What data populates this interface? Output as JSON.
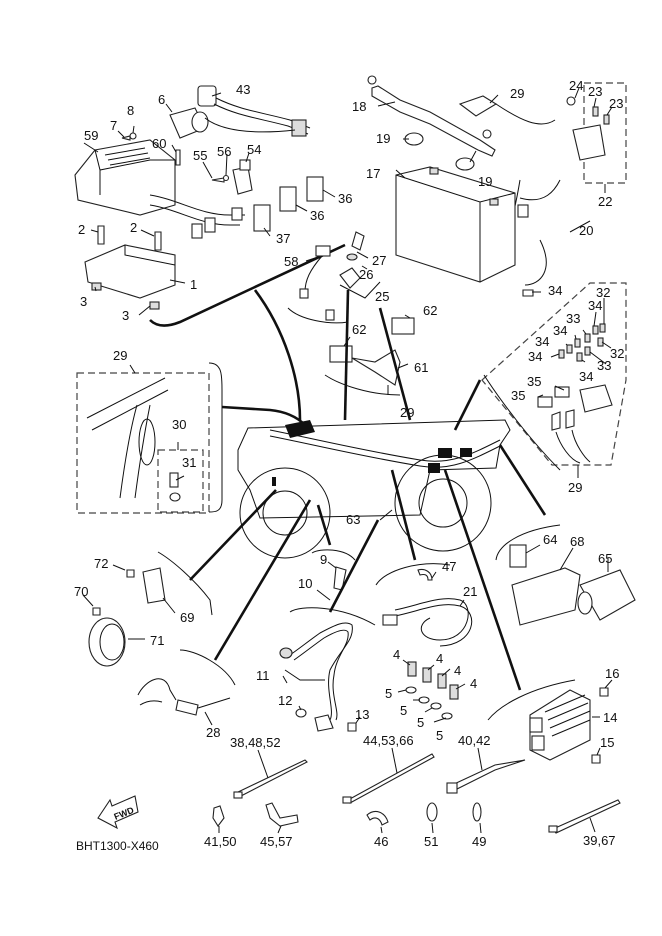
{
  "diagram": {
    "title_code": "BHT1300-X460",
    "fwd_label": "FWD",
    "callouts": [
      {
        "id": "c43",
        "text": "43"
      },
      {
        "id": "c6",
        "text": "6"
      },
      {
        "id": "c8",
        "text": "8"
      },
      {
        "id": "c7",
        "text": "7"
      },
      {
        "id": "c59",
        "text": "59"
      },
      {
        "id": "c60",
        "text": "60"
      },
      {
        "id": "c55",
        "text": "55"
      },
      {
        "id": "c56",
        "text": "56"
      },
      {
        "id": "c54",
        "text": "54"
      },
      {
        "id": "c36a",
        "text": "36"
      },
      {
        "id": "c36b",
        "text": "36"
      },
      {
        "id": "c37",
        "text": "37"
      },
      {
        "id": "c2a",
        "text": "2"
      },
      {
        "id": "c2b",
        "text": "2"
      },
      {
        "id": "c1",
        "text": "1"
      },
      {
        "id": "c3a",
        "text": "3"
      },
      {
        "id": "c3b",
        "text": "3"
      },
      {
        "id": "c18",
        "text": "18"
      },
      {
        "id": "c29a",
        "text": "29"
      },
      {
        "id": "c24",
        "text": "24"
      },
      {
        "id": "c23a",
        "text": "23"
      },
      {
        "id": "c23b",
        "text": "23"
      },
      {
        "id": "c19a",
        "text": "19"
      },
      {
        "id": "c19b",
        "text": "19"
      },
      {
        "id": "c17",
        "text": "17"
      },
      {
        "id": "c22",
        "text": "22"
      },
      {
        "id": "c20",
        "text": "20"
      },
      {
        "id": "c34a",
        "text": "34"
      },
      {
        "id": "c58",
        "text": "58"
      },
      {
        "id": "c27",
        "text": "27"
      },
      {
        "id": "c26",
        "text": "26"
      },
      {
        "id": "c25",
        "text": "25"
      },
      {
        "id": "c62a",
        "text": "62"
      },
      {
        "id": "c62b",
        "text": "62"
      },
      {
        "id": "c61",
        "text": "61"
      },
      {
        "id": "c32a",
        "text": "32"
      },
      {
        "id": "c34b",
        "text": "34"
      },
      {
        "id": "c33a",
        "text": "33"
      },
      {
        "id": "c34c",
        "text": "34"
      },
      {
        "id": "c34d",
        "text": "34"
      },
      {
        "id": "c32b",
        "text": "32"
      },
      {
        "id": "c34e",
        "text": "34"
      },
      {
        "id": "c33b",
        "text": "33"
      },
      {
        "id": "c34f",
        "text": "34"
      },
      {
        "id": "c35a",
        "text": "35"
      },
      {
        "id": "c35b",
        "text": "35"
      },
      {
        "id": "c29b",
        "text": "29"
      },
      {
        "id": "c29c",
        "text": "29"
      },
      {
        "id": "c30",
        "text": "30"
      },
      {
        "id": "c31",
        "text": "31"
      },
      {
        "id": "c29d",
        "text": "29"
      },
      {
        "id": "c63",
        "text": "63"
      },
      {
        "id": "c72",
        "text": "72"
      },
      {
        "id": "c70",
        "text": "70"
      },
      {
        "id": "c69",
        "text": "69"
      },
      {
        "id": "c71",
        "text": "71"
      },
      {
        "id": "c9",
        "text": "9"
      },
      {
        "id": "c10",
        "text": "10"
      },
      {
        "id": "c47",
        "text": "47"
      },
      {
        "id": "c21",
        "text": "21"
      },
      {
        "id": "c4a",
        "text": "4"
      },
      {
        "id": "c4b",
        "text": "4"
      },
      {
        "id": "c4c",
        "text": "4"
      },
      {
        "id": "c4d",
        "text": "4"
      },
      {
        "id": "c5a",
        "text": "5"
      },
      {
        "id": "c5b",
        "text": "5"
      },
      {
        "id": "c5c",
        "text": "5"
      },
      {
        "id": "c5d",
        "text": "5"
      },
      {
        "id": "c64",
        "text": "64"
      },
      {
        "id": "c68",
        "text": "68"
      },
      {
        "id": "c65",
        "text": "65"
      },
      {
        "id": "c11",
        "text": "11"
      },
      {
        "id": "c12",
        "text": "12"
      },
      {
        "id": "c13",
        "text": "13"
      },
      {
        "id": "c28",
        "text": "28"
      },
      {
        "id": "c16",
        "text": "16"
      },
      {
        "id": "c14",
        "text": "14"
      },
      {
        "id": "c15",
        "text": "15"
      },
      {
        "id": "c384852",
        "text": "38,48,52"
      },
      {
        "id": "c445366",
        "text": "44,53,66"
      },
      {
        "id": "c4042",
        "text": "40,42"
      },
      {
        "id": "c4150",
        "text": "41,50"
      },
      {
        "id": "c4557",
        "text": "45,57"
      },
      {
        "id": "c46",
        "text": "46"
      },
      {
        "id": "c51",
        "text": "51"
      },
      {
        "id": "c49",
        "text": "49"
      },
      {
        "id": "c3967",
        "text": "39,67"
      }
    ]
  }
}
